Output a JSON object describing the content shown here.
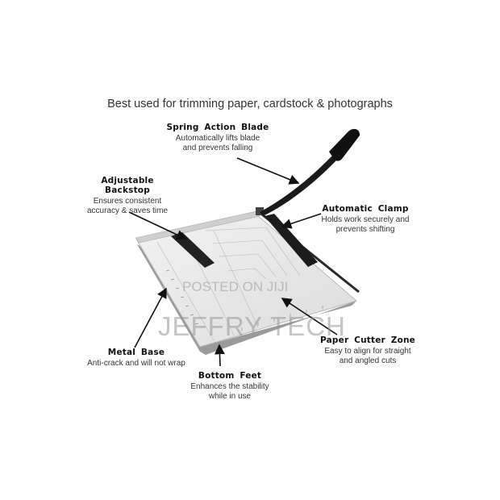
{
  "headline": "Best used for trimming paper, cardstock & photographs",
  "callouts": {
    "blade": {
      "title": "Spring Action Blade",
      "desc": "Automatically lifts blade\nand prevents falling"
    },
    "backstop": {
      "title": "Adjustable Backstop",
      "desc": "Ensures consistent\naccuracy & saves time"
    },
    "clamp": {
      "title": "Automatic Clamp",
      "desc": "Holds work securely and\nprevents shifting"
    },
    "base": {
      "title": "Metal Base",
      "desc": "Anti-crack and will not wrap"
    },
    "zone": {
      "title": "Paper Cutter Zone",
      "desc": "Easy to align for straight\nand angled cuts"
    },
    "feet": {
      "title": "Bottom Feet",
      "desc": "Enhances the stability\nwhile in use"
    }
  },
  "watermark": {
    "line1": "POSTED ON JIJI",
    "line2": "JEFFRY TECH"
  },
  "colors": {
    "board": "#e6e6e6",
    "handle": "#1a1a1a",
    "text": "#222222"
  }
}
